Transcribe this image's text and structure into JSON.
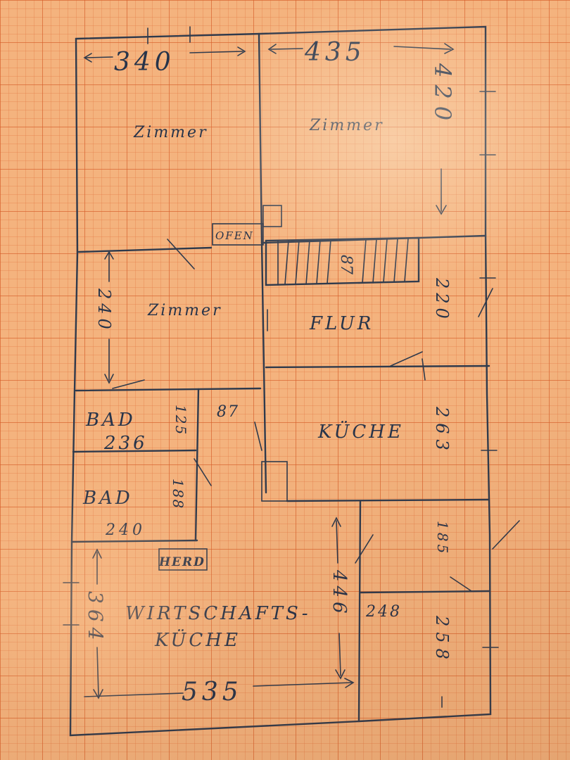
{
  "rooms": {
    "zimmer_top_left": "Zimmer",
    "zimmer_top_right": "Zimmer",
    "zimmer_middle": "Zimmer",
    "flur": "FLUR",
    "kueche": "KÜCHE",
    "bad_upper": "BAD",
    "bad_lower": "BAD",
    "wirtschaftskueche_line1": "WIRTSCHAFTS-",
    "wirtschaftskueche_line2": "KÜCHE"
  },
  "fixtures": {
    "ofen": "OFEN",
    "herd": "HERD"
  },
  "dimensions": {
    "top_left_width": "340",
    "top_right_width": "435",
    "right_top_height": "420",
    "right_flur_height": "220",
    "right_kueche_height": "263",
    "right_small_height": "185",
    "right_bottom_height": "258",
    "left_zimmer_height": "240",
    "bad_upper_width": "236",
    "bad_upper_height": "125",
    "bad_lower_width": "240",
    "bad_lower_height": "188",
    "wk_height": "364",
    "wk_width": "535",
    "wk_depth": "446",
    "side_room_width": "248",
    "stair_width": "87",
    "passage_width": "87"
  }
}
